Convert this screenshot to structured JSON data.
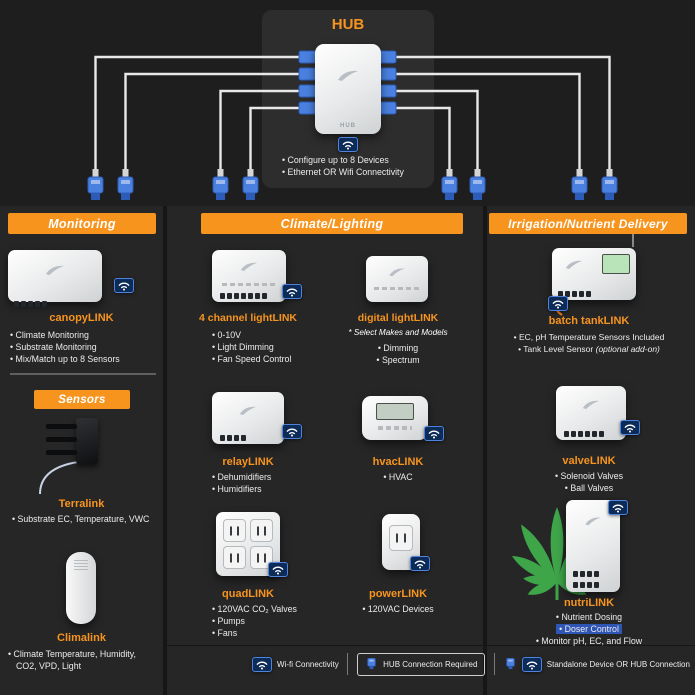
{
  "hub": {
    "title": "HUB",
    "device_label": "HUB",
    "bullets": [
      "Configure up to 8 Devices",
      "Ethernet OR Wifi Connectivity"
    ]
  },
  "monitoring": {
    "header": "Monitoring",
    "canopy": {
      "name": "canopyLINK",
      "bullets": [
        "Climate Monitoring",
        "Substrate Monitoring",
        "Mix/Match up to 8 Sensors"
      ]
    },
    "sensors_header": "Sensors",
    "terralink": {
      "name": "Terralink",
      "bullets": [
        "Substrate EC, Temperature, VWC"
      ]
    },
    "climalink": {
      "name": "Climalink",
      "bullets": [
        "Climate Temperature, Humidity, CO2, VPD, Light"
      ]
    }
  },
  "climate": {
    "header": "Climate/Lighting",
    "light4": {
      "name": "4 channel lightLINK",
      "bullets": [
        "0-10V",
        "Light Dimming",
        "Fan Speed Control"
      ]
    },
    "digital": {
      "name": "digital lightLINK",
      "note": "* Select Makes and Models",
      "bullets": [
        "Dimming",
        "Spectrum"
      ]
    },
    "relay": {
      "name": "relayLINK",
      "bullets": [
        "Dehumidifiers",
        "Humidifiers"
      ]
    },
    "hvac": {
      "name": "hvacLINK",
      "bullets": [
        "HVAC"
      ]
    },
    "quad": {
      "name": "quadLINK",
      "bullets": [
        "120VAC CO₂ Valves",
        "Pumps",
        "Fans"
      ]
    },
    "power": {
      "name": "powerLINK",
      "bullets": [
        "120VAC Devices"
      ]
    }
  },
  "irrigation": {
    "header": "Irrigation/Nutrient Delivery",
    "tank": {
      "name": "batch tankLINK",
      "bullets": [
        "EC, pH Temperature Sensors Included"
      ],
      "bullet_optional_main": "Tank Level Sensor",
      "bullet_optional_note": "(optional add-on)"
    },
    "valve": {
      "name": "valveLINK",
      "bullets": [
        "Solenoid Valves",
        "Ball Valves"
      ]
    },
    "nutri": {
      "name": "nutriLINK",
      "bullets": [
        "Nutrient Dosing",
        "Doser Control",
        "Monitor pH, EC, and Flow"
      ]
    }
  },
  "legend": {
    "wifi": "Wi-fi Connectivity",
    "hub_required": "HUB Connection Required",
    "standalone": "Standalone Device OR HUB Connection"
  },
  "colors": {
    "accent": "#f7941e",
    "connector_blue": "#4a80e0",
    "leaf_green": "#3ea549"
  }
}
